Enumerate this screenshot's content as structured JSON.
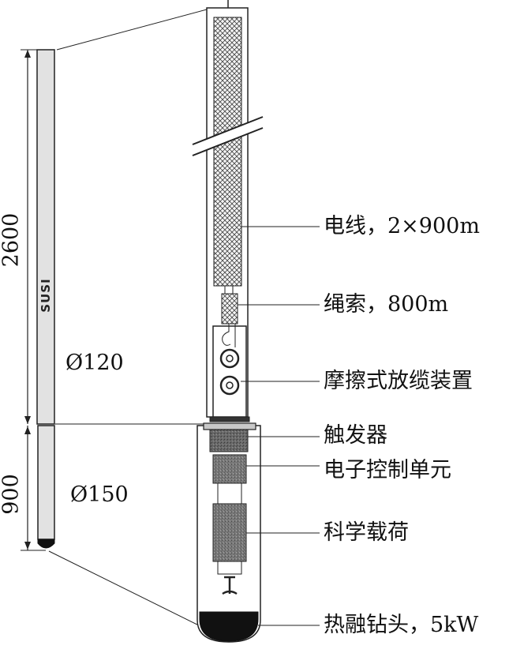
{
  "labels": {
    "cable": "电线，2×900m",
    "rope": "绳索，800m",
    "spool": "摩擦式放缆装置",
    "trigger": "触发器",
    "electronics": "电子控制单元",
    "payload": "科学载荷",
    "drill_head": "热融钻头，5kW"
  },
  "dimensions": {
    "upper_length": "2600",
    "lower_length": "900",
    "upper_diameter": "Ø120",
    "lower_diameter": "Ø150"
  },
  "probe_name": "SUSI",
  "colors": {
    "line": "#222222",
    "hatch": "#555555",
    "body_gray": "#e6e6e6",
    "dark_block": "#555555"
  }
}
